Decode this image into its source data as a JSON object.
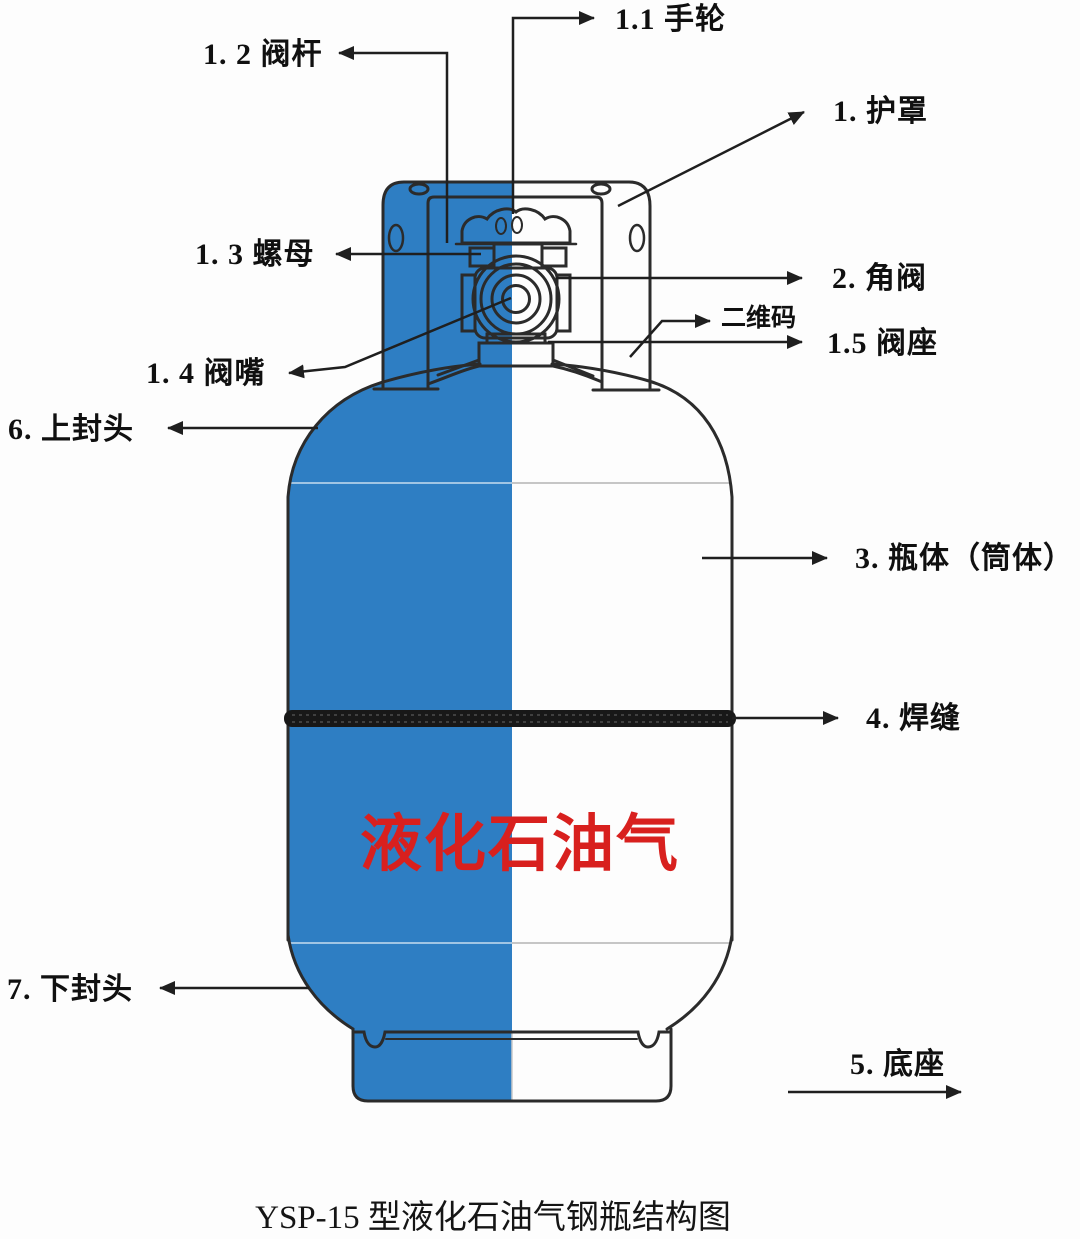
{
  "diagram": {
    "title_caption": "YSP-15 型液化石油气钢瓶结构图",
    "watermark": "液化石油气",
    "labels": {
      "handwheel": "1.1 手轮",
      "valve_stem": "1. 2 阀杆",
      "protective_cover": "1. 护罩",
      "nut": "1. 3 螺母",
      "angle_valve": "2. 角阀",
      "qr_code": "二维码",
      "valve_seat": "1.5 阀座",
      "valve_nozzle": "1. 4 阀嘴",
      "upper_head": "6. 上封头",
      "cylinder_body": "3. 瓶体（筒体）",
      "weld_seam": "4. 焊缝",
      "lower_head": "7. 下封头",
      "base": "5. 底座"
    },
    "colors": {
      "fill_blue": "#2E7EC3",
      "text_red": "#D8201E",
      "line": "#1f1f1f"
    }
  }
}
